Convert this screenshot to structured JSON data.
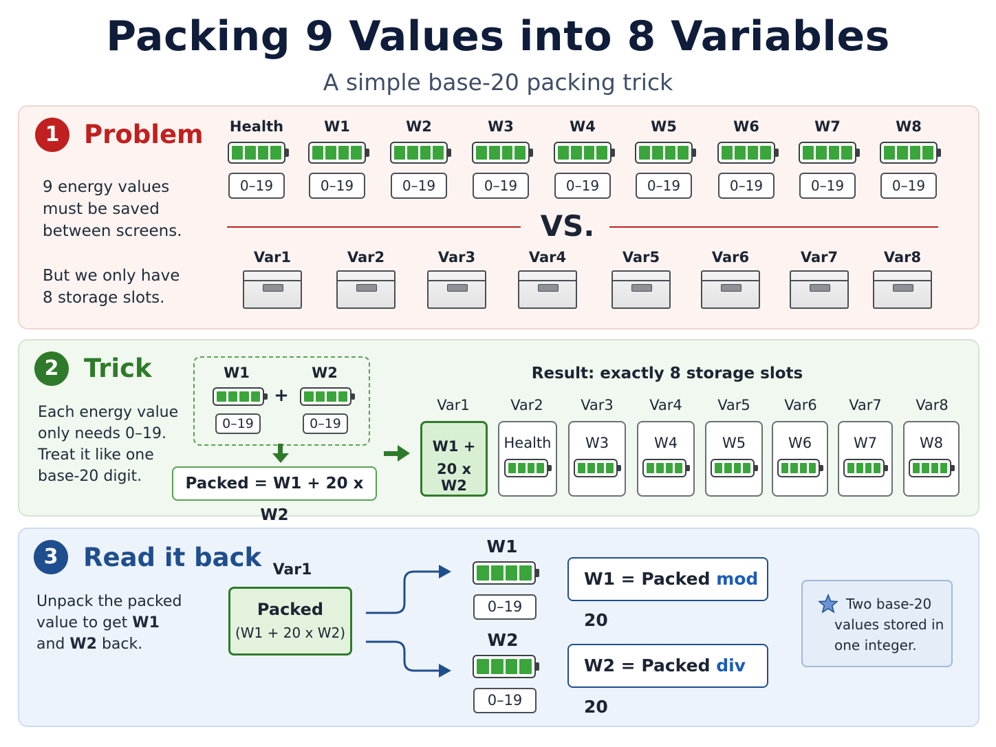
{
  "header": {
    "title": "Packing 9 Values into 8 Variables",
    "subtitle": "A simple base-20 packing trick"
  },
  "problem": {
    "number": "1",
    "title": "Problem",
    "desc_1": [
      "9 energy values",
      "must be saved",
      "between screens."
    ],
    "desc_2": [
      "But we only have",
      "8 storage slots."
    ],
    "values": [
      "Health",
      "W1",
      "W2",
      "W3",
      "W4",
      "W5",
      "W6",
      "W7",
      "W8"
    ],
    "range": "0–19",
    "vs": "VS.",
    "vars": [
      "Var1",
      "Var2",
      "Var3",
      "Var4",
      "Var5",
      "Var6",
      "Var7",
      "Var8"
    ]
  },
  "trick": {
    "number": "2",
    "title": "Trick",
    "desc": [
      "Each energy value",
      "only needs 0–19.",
      "Treat it like one",
      "base-20 digit."
    ],
    "w1": "W1",
    "w2": "W2",
    "plus": "+",
    "range": "0–19",
    "formula": "Packed = W1 + 20 x W2",
    "result_title": "Result: exactly 8 storage slots",
    "vars": [
      "Var1",
      "Var2",
      "Var3",
      "Var4",
      "Var5",
      "Var6",
      "Var7",
      "Var8"
    ],
    "var1_line1": "W1 +",
    "var1_line2": "20 x W2",
    "slots": [
      "Health",
      "W3",
      "W4",
      "W5",
      "W6",
      "W7",
      "W8"
    ]
  },
  "read": {
    "number": "3",
    "title": "Read it back",
    "desc_1": "Unpack the packed",
    "desc_2a": "value to get ",
    "desc_2b": "W1",
    "desc_3a": "and ",
    "desc_3b": "W2",
    "desc_3c": " back.",
    "var_label": "Var1",
    "packed_title": "Packed",
    "packed_sub": "(W1 + 20 x W2)",
    "w1": "W1",
    "w2": "W2",
    "range": "0–19",
    "f1_lhs": "W1 = Packed ",
    "f1_kw": "mod",
    "f1_rhs": " 20",
    "f2_lhs": "W2 = Packed ",
    "f2_kw": "div",
    "f2_rhs": " 20",
    "note": "Two base-20 values stored in one integer."
  },
  "colors": {
    "problem_accent": "#c0201f",
    "trick_accent": "#2f7a2a",
    "read_accent": "#1f4e8f",
    "battery_green": "#3aa53a"
  }
}
